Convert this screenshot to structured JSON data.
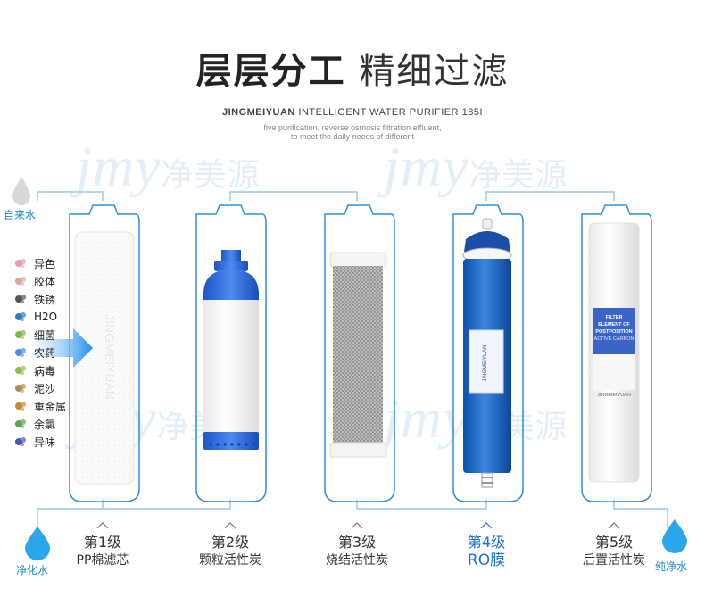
{
  "header": {
    "title_bold": "层层分工",
    "title_light": "精细过滤",
    "subtitle_brand": "JINGMEIYUAN",
    "subtitle_rest": "INTELLIGENT WATER PURIFIER 185I",
    "desc_line1": "five purification, reverse osmosis filtration effluent,",
    "desc_line2": "to meet the daily needs of different"
  },
  "watermark": {
    "latin": "jmy",
    "cn": "净美源"
  },
  "inlet": {
    "label": "自来水"
  },
  "contaminants": [
    {
      "label": "异色",
      "icon": "color-blob-icon",
      "color": "#e89ab8"
    },
    {
      "label": "胶体",
      "icon": "colloid-icon",
      "color": "#d9a7a0"
    },
    {
      "label": "铁锈",
      "icon": "rust-icon",
      "color": "#555555"
    },
    {
      "label": "H2O",
      "icon": "water-molecule-icon",
      "color": "#2a7ec2"
    },
    {
      "label": "细菌",
      "icon": "bacteria-icon",
      "color": "#7ab648"
    },
    {
      "label": "农药",
      "icon": "pesticide-icon",
      "color": "#4d8fd6"
    },
    {
      "label": "病毒",
      "icon": "virus-icon",
      "color": "#8bbf4a"
    },
    {
      "label": "泥沙",
      "icon": "sediment-icon",
      "color": "#b28a4a"
    },
    {
      "label": "重金属",
      "icon": "heavy-metal-icon",
      "color": "#c48a2e"
    },
    {
      "label": "余氯",
      "icon": "chlorine-icon",
      "color": "#5aa84a"
    },
    {
      "label": "异味",
      "icon": "odor-icon",
      "color": "#4a5ab0"
    }
  ],
  "outlets": {
    "left": "净化水",
    "right": "纯净水"
  },
  "stages": [
    {
      "name": "第1级",
      "sub": "PP棉滤芯",
      "active": false
    },
    {
      "name": "第2级",
      "sub": "颗粒活性炭",
      "active": false
    },
    {
      "name": "第3级",
      "sub": "烧结活性炭",
      "active": false
    },
    {
      "name": "第4级",
      "sub": "RO膜",
      "active": true
    },
    {
      "name": "第5级",
      "sub": "后置活性炭",
      "active": false
    }
  ],
  "cartridge_text": {
    "stage1_engraving": "JINGMEIYUAN",
    "stage4_brand": "JINGMEIYUAN",
    "stage5_line1": "FILTER",
    "stage5_line2": "ELEMENT OF",
    "stage5_line3": "POSTPOSITION",
    "stage5_line4": "ACTIVE CARBON",
    "stage5_brand": "JINGMEIYUAN"
  },
  "colors": {
    "accent": "#1a8bd0",
    "active": "#1a6fd8",
    "outline": "#2b8fd6",
    "pipe": "#9ac8e8"
  }
}
